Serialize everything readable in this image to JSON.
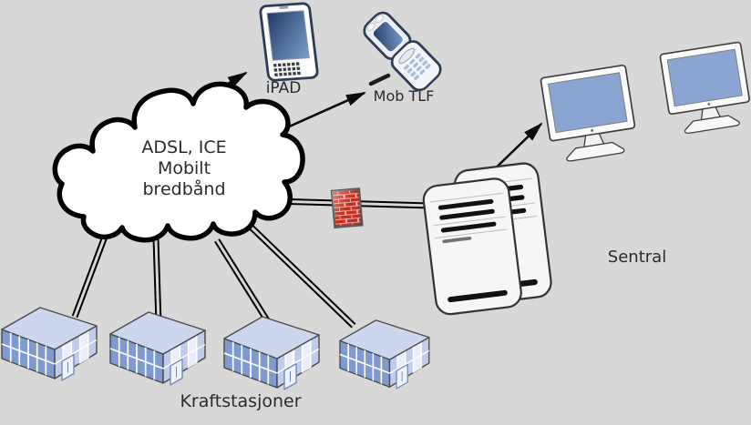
{
  "colors": {
    "background": "#d8d8d8",
    "outline": "#000000",
    "screen_blue": "#8ba5d3",
    "building_blue": "#7e9ace",
    "firewall_red": "#c7291b",
    "text": "#2b2b2b"
  },
  "diagram": {
    "cloud": {
      "label": "ADSL, ICE\nMobilt\nbredbånd"
    },
    "ipad": {
      "label": "iPAD"
    },
    "mobile_phone": {
      "label": "Mob TLF"
    },
    "central": {
      "label": "Sentral"
    },
    "power_stations": {
      "label": "Kraftstasjoner",
      "count": 4
    },
    "monitors": {
      "count": 2
    },
    "icons": [
      {
        "name": "cloud-icon"
      },
      {
        "name": "tablet-icon"
      },
      {
        "name": "flip-phone-icon"
      },
      {
        "name": "firewall-icon"
      },
      {
        "name": "server-towers-icon"
      },
      {
        "name": "monitor-icon"
      },
      {
        "name": "building-icon"
      }
    ],
    "connections": [
      {
        "from": "cloud",
        "to": "ipad",
        "type": "arrow"
      },
      {
        "from": "cloud",
        "to": "mobile_phone",
        "type": "arrow"
      },
      {
        "from": "cloud",
        "to": "central_server",
        "type": "double-line-through-firewall"
      },
      {
        "from": "central_server",
        "to": "monitors",
        "type": "arrow"
      },
      {
        "from": "cloud",
        "to": "power_station_1",
        "type": "double-line"
      },
      {
        "from": "cloud",
        "to": "power_station_2",
        "type": "double-line"
      },
      {
        "from": "cloud",
        "to": "power_station_3",
        "type": "double-line"
      },
      {
        "from": "cloud",
        "to": "power_station_4",
        "type": "double-line"
      }
    ]
  }
}
